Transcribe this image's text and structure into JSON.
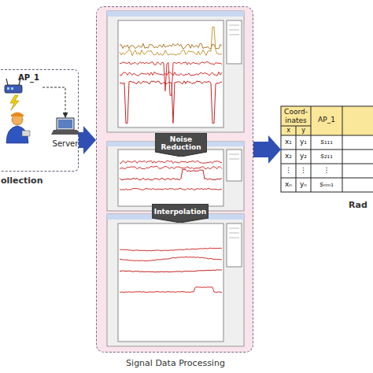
{
  "diagram": {
    "nodes": [
      {
        "text": [
          "ollection"
        ]
      },
      {
        "text": [
          "AP_1"
        ],
        "in": 0
      },
      {
        "text": [
          "Server"
        ],
        "in": 0
      },
      {
        "text": [
          "Signal Data Processing"
        ]
      },
      {
        "text": [
          "Noise Reduction"
        ],
        "in": 3
      },
      {
        "text": [
          "Interpolation"
        ],
        "in": 3
      },
      {
        "text": [
          "Rad"
        ]
      }
    ],
    "edges": [
      {
        "from": 1,
        "to": 2,
        "arrow": "to"
      },
      {
        "from": 0,
        "to": 3,
        "arrow": "to"
      },
      {
        "from": 3,
        "to": 6,
        "arrow": "to"
      }
    ],
    "labels": [
      "Coord-inates",
      "AP_1",
      "x",
      "y",
      "x₁",
      "y₁",
      "s₁₁₁",
      "x₂",
      "y₂",
      "s₂₁₁",
      "⋮",
      "⋮",
      "⋮",
      "xₙ",
      "yₙ",
      "sₙₘ₁"
    ]
  }
}
